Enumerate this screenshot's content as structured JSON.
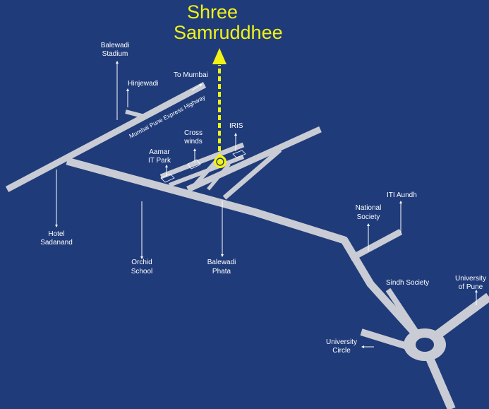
{
  "title": {
    "line1": "Shree",
    "line2": "Samruddhee"
  },
  "highway": {
    "label": "Mumbai Pune Express Highway"
  },
  "places": {
    "balewadi_stadium": [
      "Balewadi",
      "Stadium"
    ],
    "hinjewadi": "Hinjewadi",
    "to_mumbai": "To Mumbai",
    "cross_winds": [
      "Cross",
      "winds"
    ],
    "iris": "IRIS",
    "aamar_it_park": [
      "Aamar",
      "IT Park"
    ],
    "hotel_sadanand": [
      "Hotel",
      "Sadanand"
    ],
    "orchid_school": [
      "Orchid",
      "School"
    ],
    "balewadi_phata": [
      "Balewadi",
      "Phata"
    ],
    "national_society": [
      "National",
      "Society"
    ],
    "iti_aundh": "ITI Aundh",
    "sindh_society": "Sindh Society",
    "university_of_pune": [
      "University",
      "of Pune"
    ],
    "university_circle": [
      "University",
      "Circle"
    ]
  },
  "colors": {
    "background": "#1f3b7a",
    "road": "#c9ccd4",
    "label": "#ffffff",
    "marker": "#f2f214"
  }
}
